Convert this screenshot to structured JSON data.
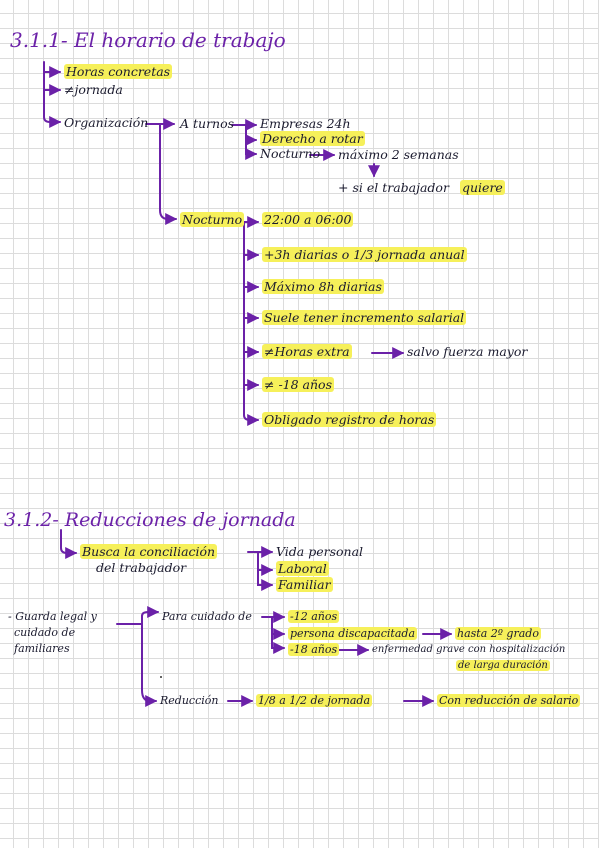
{
  "section1": {
    "title": "3.1.1- El horario de trabajo",
    "items": {
      "horas": "Horas concretas",
      "jornada": "≠jornada",
      "organizacion": "Organización",
      "a_turnos": "A turnos",
      "empresas": "Empresas 24h",
      "derecho": "Derecho a rotar",
      "nocturno_t": "Nocturno",
      "maximo_sem": "máximo 2 semanas",
      "si_trab": "+ si el trabajador",
      "quiere": "quiere",
      "nocturno": "Nocturno",
      "horario_noche": "22:00 a 06:00",
      "mas3h": "+3h diarias o 1/3 jornada anual",
      "max8h": "Máximo 8h diarias",
      "suele": "Suele tener incremento salarial",
      "horas_extra": "≠Horas extra",
      "salvo": "salvo fuerza mayor",
      "menor18": "≠ -18 años",
      "obligado": "Obligado registro de horas"
    }
  },
  "section2": {
    "title": "3.1.2- Reducciones de jornada",
    "items": {
      "busca1": "Busca la conciliación",
      "busca2": "del trabajador",
      "vida": "Vida personal",
      "laboral": "Laboral",
      "familiar": "Familiar",
      "guarda1": "- Guarda legal y",
      "guarda2": "cuidado de",
      "guarda3": "familiares",
      "para_cuidado": "Para cuidado de",
      "menos12": "-12 años",
      "discapacitada": "persona discapacitada",
      "hasta2": "hasta 2º grado",
      "menos18": "-18 años",
      "enfermedad1": "enfermedad grave con hospitalización",
      "enfermedad2": "de larga duración",
      "reduccion": "Reducción",
      "fraccion": "1/8 a 1/2 de jornada",
      "con_reduccion": "Con reducción de salario"
    }
  },
  "colors": {
    "ink": "#1a1a2e",
    "accent": "#6b21a8",
    "highlight": "#f6f05a",
    "grid": "#dcdcdc"
  }
}
